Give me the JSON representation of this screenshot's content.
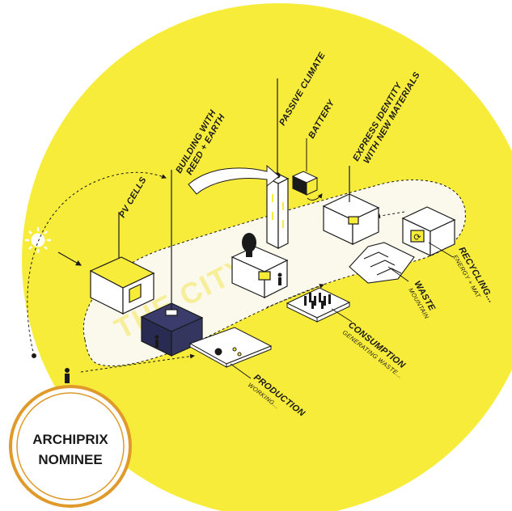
{
  "labels": {
    "pv_cells": "PV CELLS",
    "building_line1": "BUILDING WITH",
    "building_line2": "REED + EARTH",
    "passive_climate": "PASSIVE CLIMATE",
    "battery": "BATTERY",
    "express_line1": "EXPRESS IDENTITY",
    "express_line2": "WITH NEW MATERIALS",
    "recycling": "RECYCLING...",
    "recycling_sub": "ENERGY + MAT",
    "waste": "WASTE",
    "waste_sub": "MOUNTAIN",
    "consumption": "CONSUMPTION",
    "consumption_sub": "GENERATING WASTE...",
    "production": "PRODUCTION",
    "production_sub": "WORKING..."
  },
  "background_text": "THE CITY",
  "badge": {
    "line1": "ARCHIPRIX",
    "line2": "NOMINEE"
  },
  "colors": {
    "yellow": "#f8ec3b",
    "ink": "#1a1a1a",
    "badge_ring": "#e09a2c",
    "path_fill": "#fbf9ec"
  }
}
